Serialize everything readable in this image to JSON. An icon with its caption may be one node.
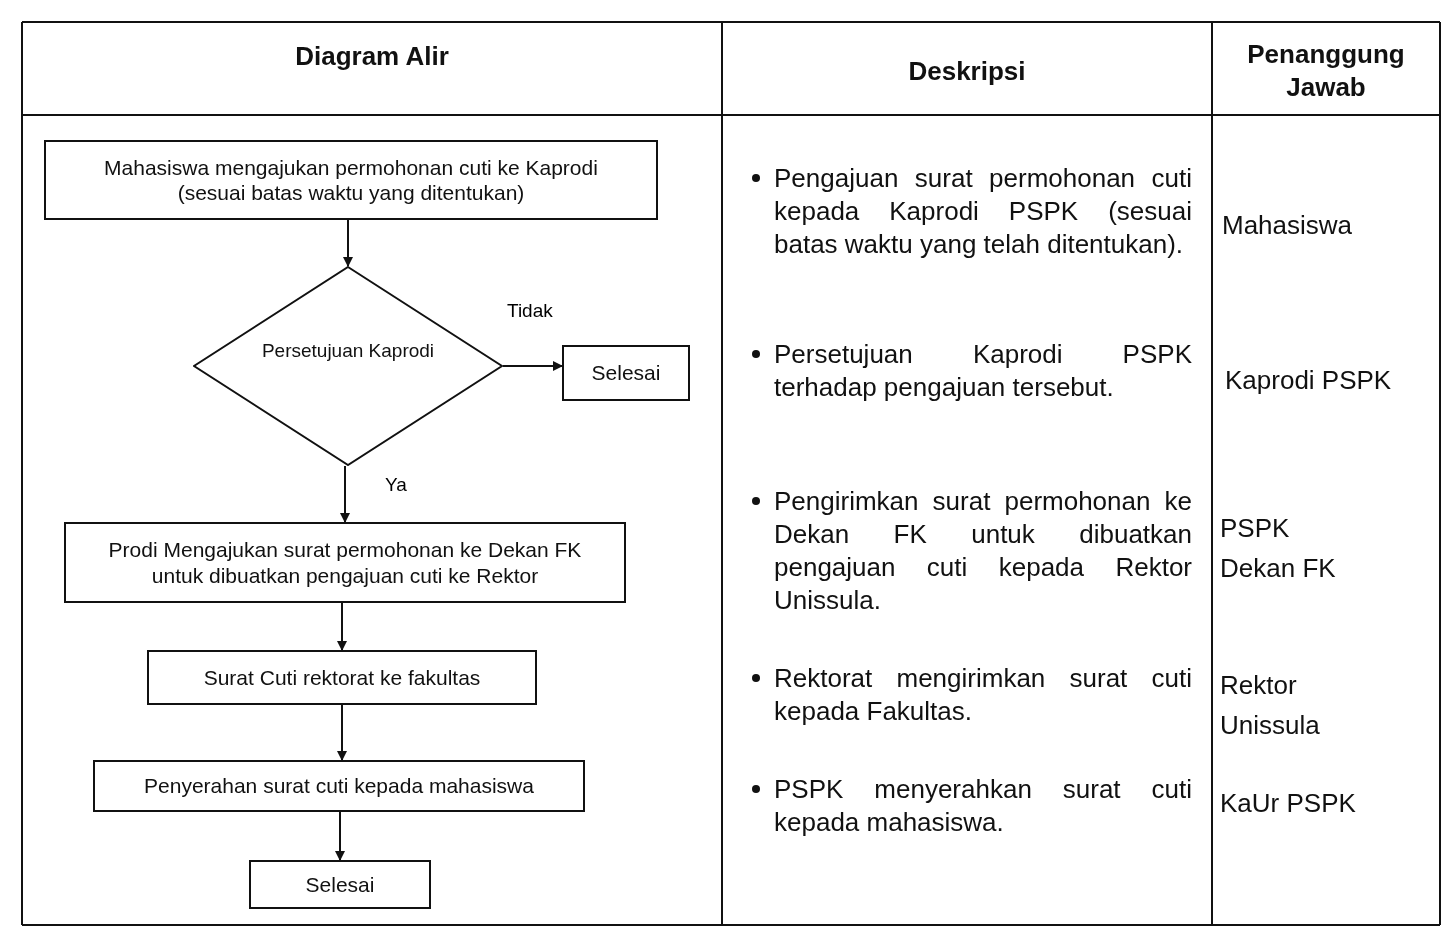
{
  "diagram": {
    "nodes": [
      {
        "text": [
          "Mahasiswa mengajukan permohonan cuti ke Kaprodi (sesuai batas waktu yang ditentukan)"
        ]
      },
      {
        "text": [
          "Persetujuan Kaprodi"
        ]
      },
      {
        "text": [
          "Selesai"
        ]
      },
      {
        "text": [
          "Prodi Mengajukan surat permohonan ke Dekan FK untuk dibuatkan pengajuan cuti ke Rektor"
        ]
      },
      {
        "text": [
          "Surat Cuti rektorat ke fakultas"
        ]
      },
      {
        "text": [
          "Penyerahan surat cuti kepada mahasiswa"
        ]
      },
      {
        "text": [
          "Selesai"
        ]
      }
    ],
    "edges": [
      {
        "from": 0,
        "to": 1,
        "arrow": "to"
      },
      {
        "from": 1,
        "to": 2,
        "arrow": "to",
        "label": "Tidak"
      },
      {
        "from": 1,
        "to": 3,
        "arrow": "to",
        "label": "Ya"
      },
      {
        "from": 3,
        "to": 4,
        "arrow": "to"
      },
      {
        "from": 4,
        "to": 5,
        "arrow": "to"
      },
      {
        "from": 5,
        "to": 6,
        "arrow": "to"
      }
    ],
    "labels": [
      "Diagram Alir",
      "Deskripsi",
      "Penanggung Jawab",
      "Pengajuan surat permohonan cuti kepada Kaprodi PSPK (sesuai batas waktu yang telah ditentukan).",
      "Mahasiswa",
      "Persetujuan Kaprodi PSPK terhadap pengajuan tersebut.",
      "Kaprodi PSPK",
      "Pengirimkan surat permohonan ke Dekan FK untuk dibuatkan pengajuan cuti kepada Rektor Unissula.",
      "PSPK Dekan FK",
      "Rektorat mengirimkan surat cuti kepada Fakultas.",
      "Rektor Unissula",
      "PSPK menyerahkan surat cuti kepada mahasiswa.",
      "KaUr PSPK"
    ]
  }
}
